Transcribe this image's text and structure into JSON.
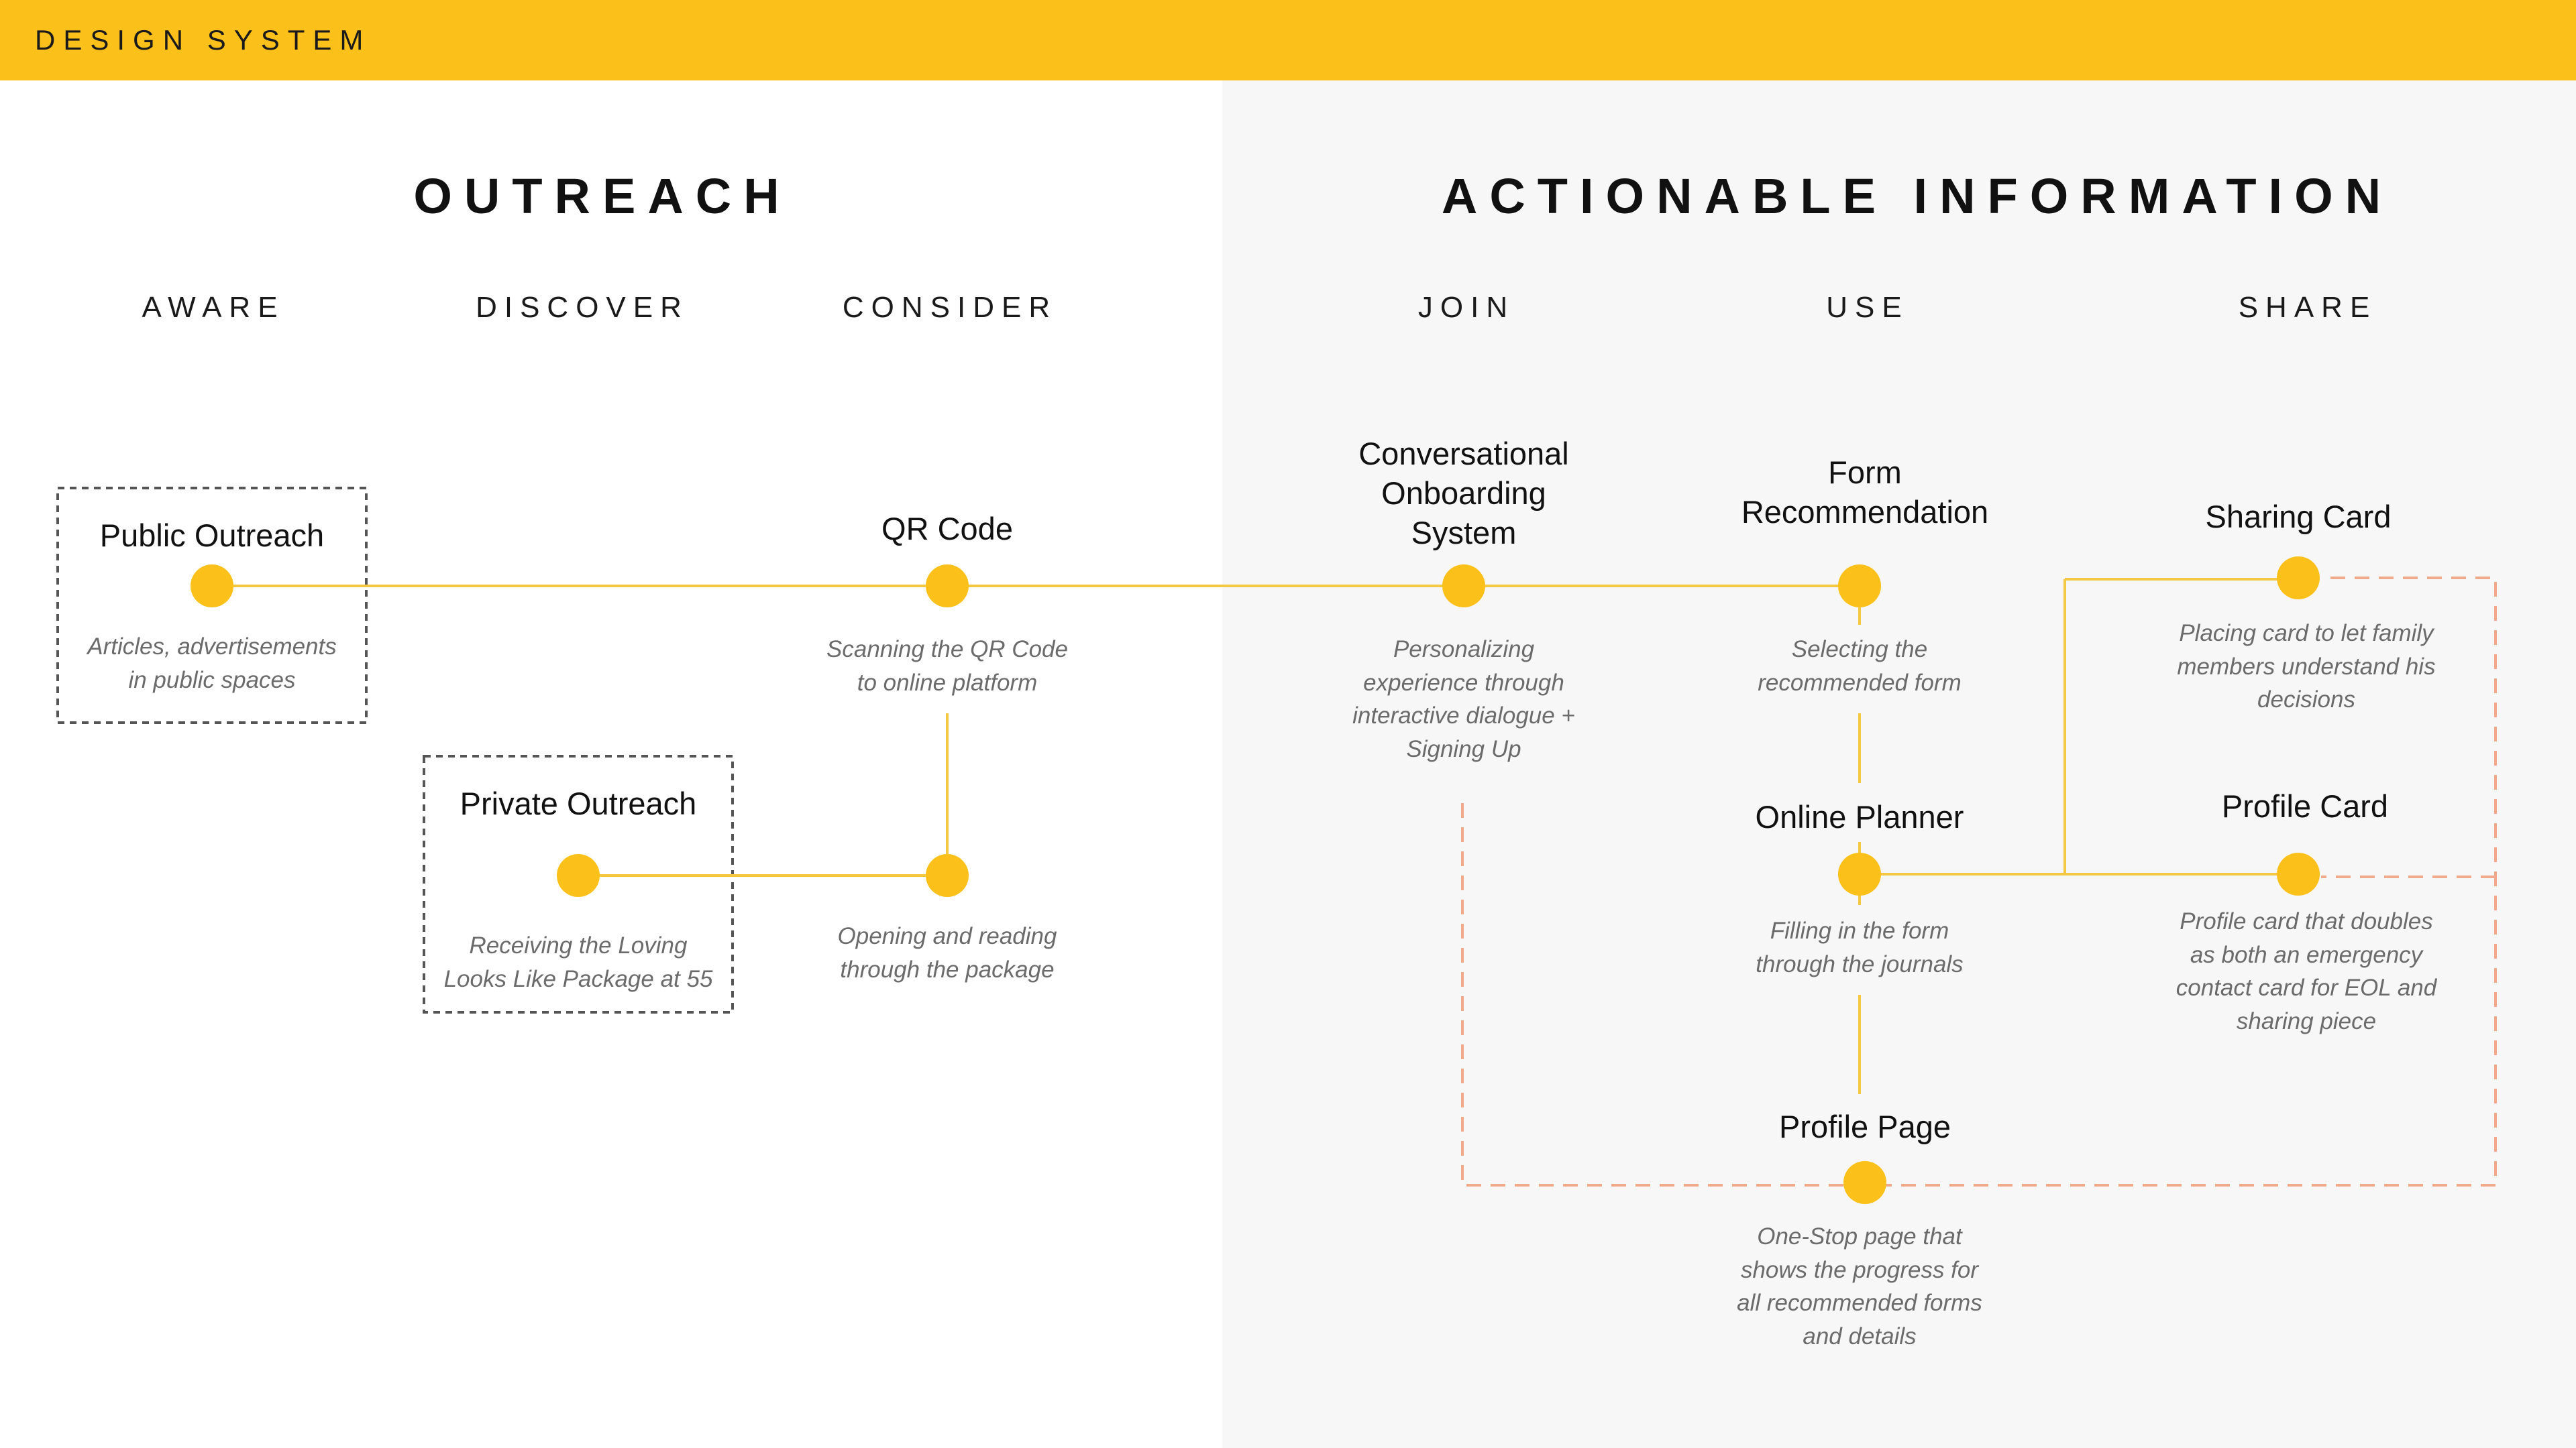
{
  "header": {
    "brand": "DESIGN SYSTEM"
  },
  "sections": {
    "outreach": "OUTREACH",
    "actionable": "ACTIONABLE INFORMATION"
  },
  "stages": {
    "aware": "AWARE",
    "discover": "DISCOVER",
    "consider": "CONSIDER",
    "join": "JOIN",
    "use": "USE",
    "share": "SHARE"
  },
  "nodes": {
    "public_outreach": {
      "title": "Public Outreach",
      "desc": "Articles, advertisements\nin public spaces"
    },
    "private_outreach": {
      "title": "Private Outreach",
      "desc": "Receiving the Loving\nLooks Like Package at 55"
    },
    "qr_code": {
      "title": "QR Code",
      "desc": "Scanning the QR Code\nto online platform"
    },
    "opening_package": {
      "desc": "Opening and reading\nthrough the package"
    },
    "conversational_onboarding": {
      "title": "Conversational\nOnboarding\nSystem",
      "desc": "Personalizing\nexperience through\ninteractive dialogue +\nSigning Up"
    },
    "form_recommendation": {
      "title": "Form\nRecommendation",
      "desc": "Selecting the\nrecommended form"
    },
    "online_planner": {
      "title": "Online Planner",
      "desc": "Filling in the form\nthrough the journals"
    },
    "profile_page": {
      "title": "Profile Page",
      "desc": "One-Stop page that\nshows the progress for\nall recommended forms\nand details"
    },
    "sharing_card": {
      "title": "Sharing Card",
      "desc": "Placing card to let family\nmembers understand his\ndecisions"
    },
    "profile_card": {
      "title": "Profile Card",
      "desc": "Profile card that doubles\nas both an emergency\ncontact card for EOL and\nsharing piece"
    }
  },
  "colors": {
    "accent": "#FBC11A",
    "line": "#F5C842",
    "dashed_connector": "#F0A98A",
    "box_border": "#555555",
    "right_background": "#F7F7F8"
  }
}
